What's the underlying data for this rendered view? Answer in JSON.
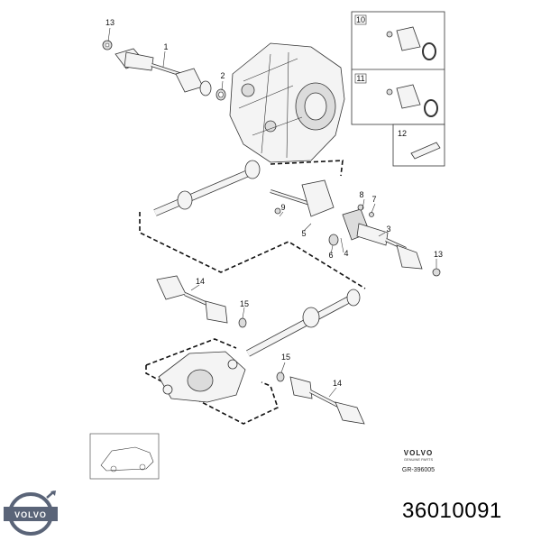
{
  "callouts": {
    "c13a": "13",
    "c1": "1",
    "c2": "2",
    "c10": "10",
    "c11": "11",
    "c12": "12",
    "c8": "8",
    "c7": "7",
    "c9": "9",
    "c3": "3",
    "c5": "5",
    "c4": "4",
    "c6": "6",
    "c13b": "13",
    "c14a": "14",
    "c15a": "15",
    "c15b": "15",
    "c14b": "14"
  },
  "brand": {
    "diagram_logo_text": "VOLVO",
    "diagram_logo_sub": "GENUINE PARTS",
    "drawing_ref": "GR-396005",
    "corner_logo_text": "VOLVO",
    "logo_color": "#5a6478"
  },
  "part_number": "36010091"
}
